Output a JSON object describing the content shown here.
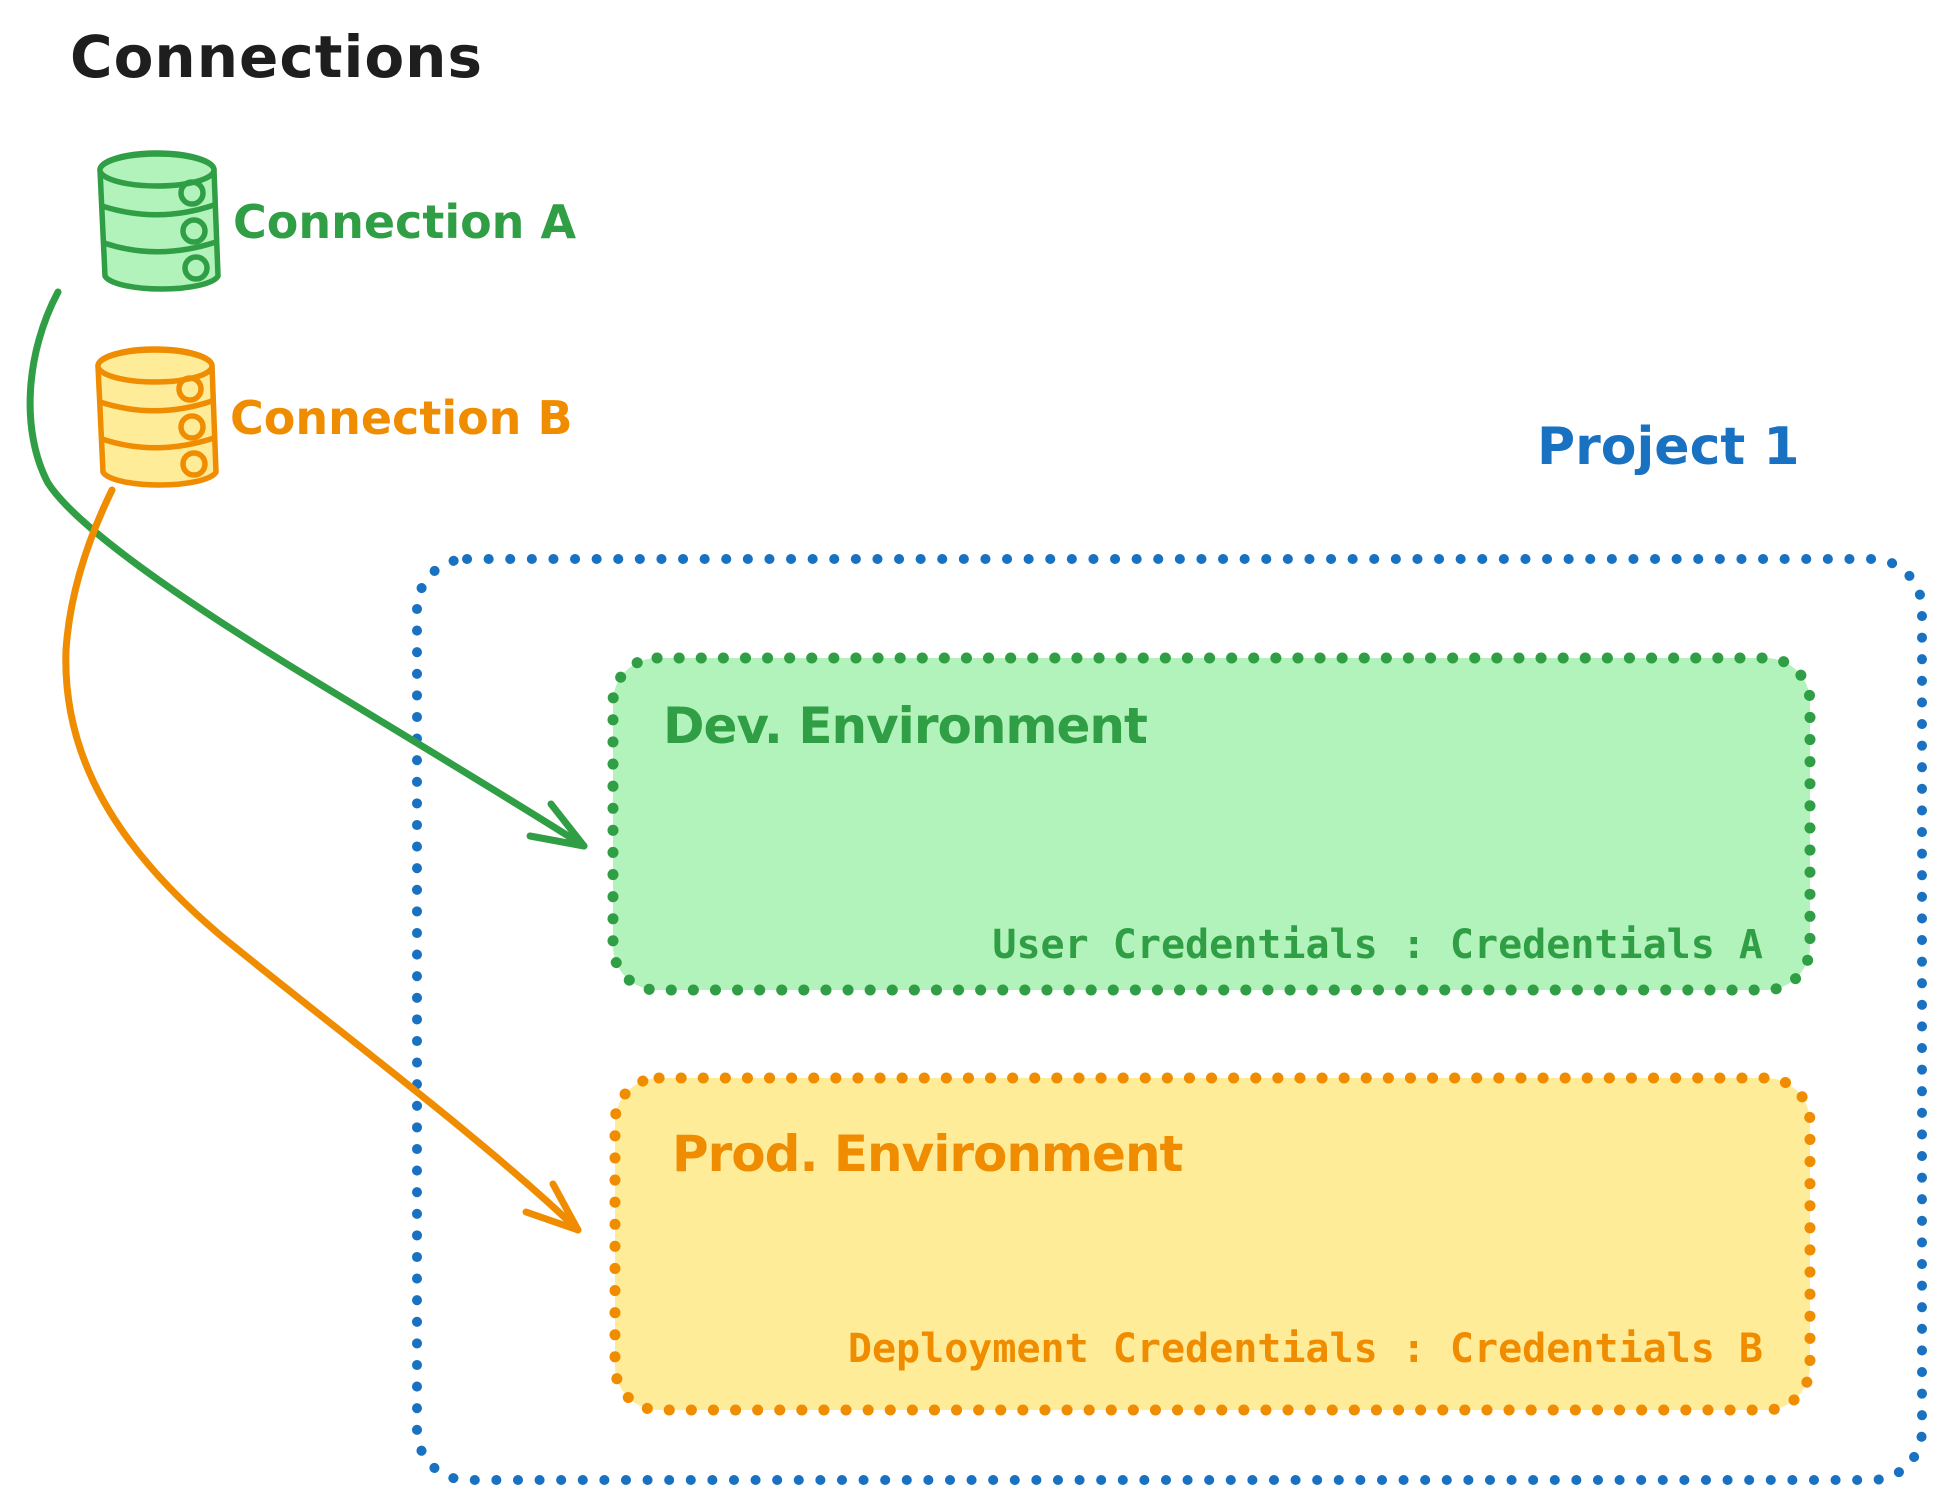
{
  "title": "Connections",
  "connections": [
    {
      "id": "a",
      "label": "Connection A",
      "icon": "database-icon",
      "stroke": "#2f9e44",
      "fill": "#b2f2bb"
    },
    {
      "id": "b",
      "label": "Connection B",
      "icon": "database-icon",
      "stroke": "#f08c00",
      "fill": "#ffec99"
    }
  ],
  "project": {
    "label": "Project 1",
    "border_color": "#1971c2",
    "environments": [
      {
        "name": "Dev. Environment",
        "credentials": "User Credentials : Credentials A",
        "stroke": "#2f9e44",
        "fill": "#b2f2bb",
        "linked_connection": "Connection A"
      },
      {
        "name": "Prod. Environment",
        "credentials": "Deployment Credentials : Credentials B",
        "stroke": "#f08c00",
        "fill": "#ffec99",
        "linked_connection": "Connection B"
      }
    ]
  },
  "colors": {
    "green": "#2f9e44",
    "green_fill": "#b2f2bb",
    "orange": "#f08c00",
    "orange_fill": "#ffec99",
    "blue": "#1971c2",
    "ink": "#1e1e1e"
  }
}
